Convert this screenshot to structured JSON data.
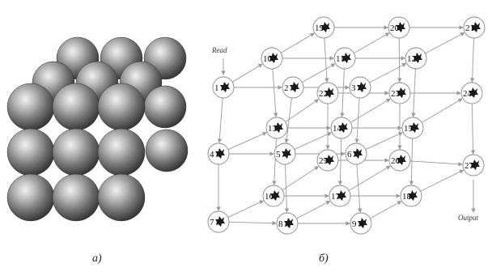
{
  "captions": {
    "a": "а)",
    "b": "б)"
  },
  "nodes": [
    {
      "id": "1"
    },
    {
      "id": "2"
    },
    {
      "id": "3"
    },
    {
      "id": "4"
    },
    {
      "id": "5"
    },
    {
      "id": "6"
    },
    {
      "id": "7"
    },
    {
      "id": "8"
    },
    {
      "id": "9"
    },
    {
      "id": "10"
    },
    {
      "id": "11"
    },
    {
      "id": "12"
    },
    {
      "id": "13"
    },
    {
      "id": "14"
    },
    {
      "id": "15"
    },
    {
      "id": "16"
    },
    {
      "id": "17"
    },
    {
      "id": "18"
    },
    {
      "id": "19"
    },
    {
      "id": "20"
    },
    {
      "id": "21"
    },
    {
      "id": "22"
    },
    {
      "id": "23"
    },
    {
      "id": "24"
    },
    {
      "id": "25"
    },
    {
      "id": "26"
    },
    {
      "id": "27"
    }
  ],
  "labels": {
    "read": "Read",
    "output": "Output"
  },
  "colors": {
    "node_fill": "#ffffff",
    "node_stroke": "#8a8a8a",
    "edge": "#9a9a9a",
    "bird": "#1a1a1a"
  }
}
